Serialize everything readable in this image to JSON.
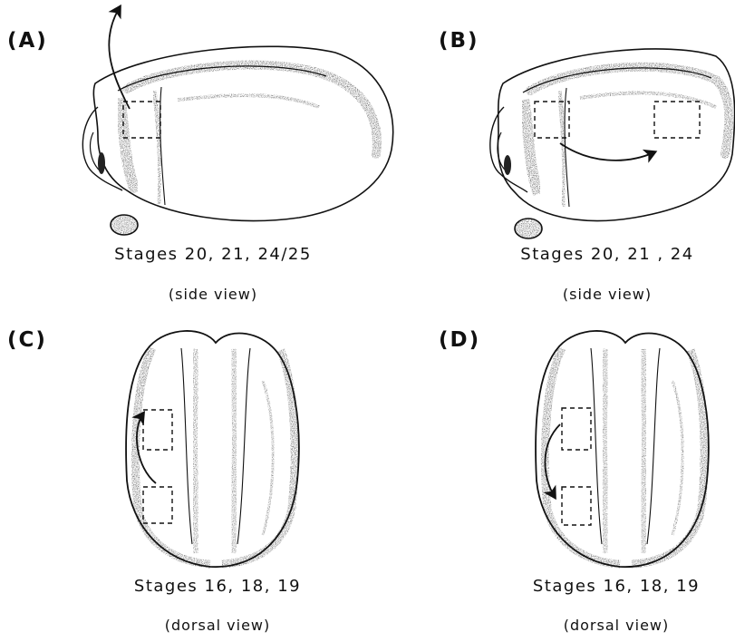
{
  "panels": [
    {
      "label": "(A)",
      "caption": "Stages 20, 21, 24/25",
      "view": "(side view)"
    },
    {
      "label": "(B)",
      "caption": "Stages 20, 21 , 24",
      "view": "(side view)"
    },
    {
      "label": "(C)",
      "caption": "Stages 16, 18, 19",
      "view": "(dorsal view)"
    },
    {
      "label": "(D)",
      "caption": "Stages 16, 18, 19",
      "view": "(dorsal view)"
    }
  ]
}
